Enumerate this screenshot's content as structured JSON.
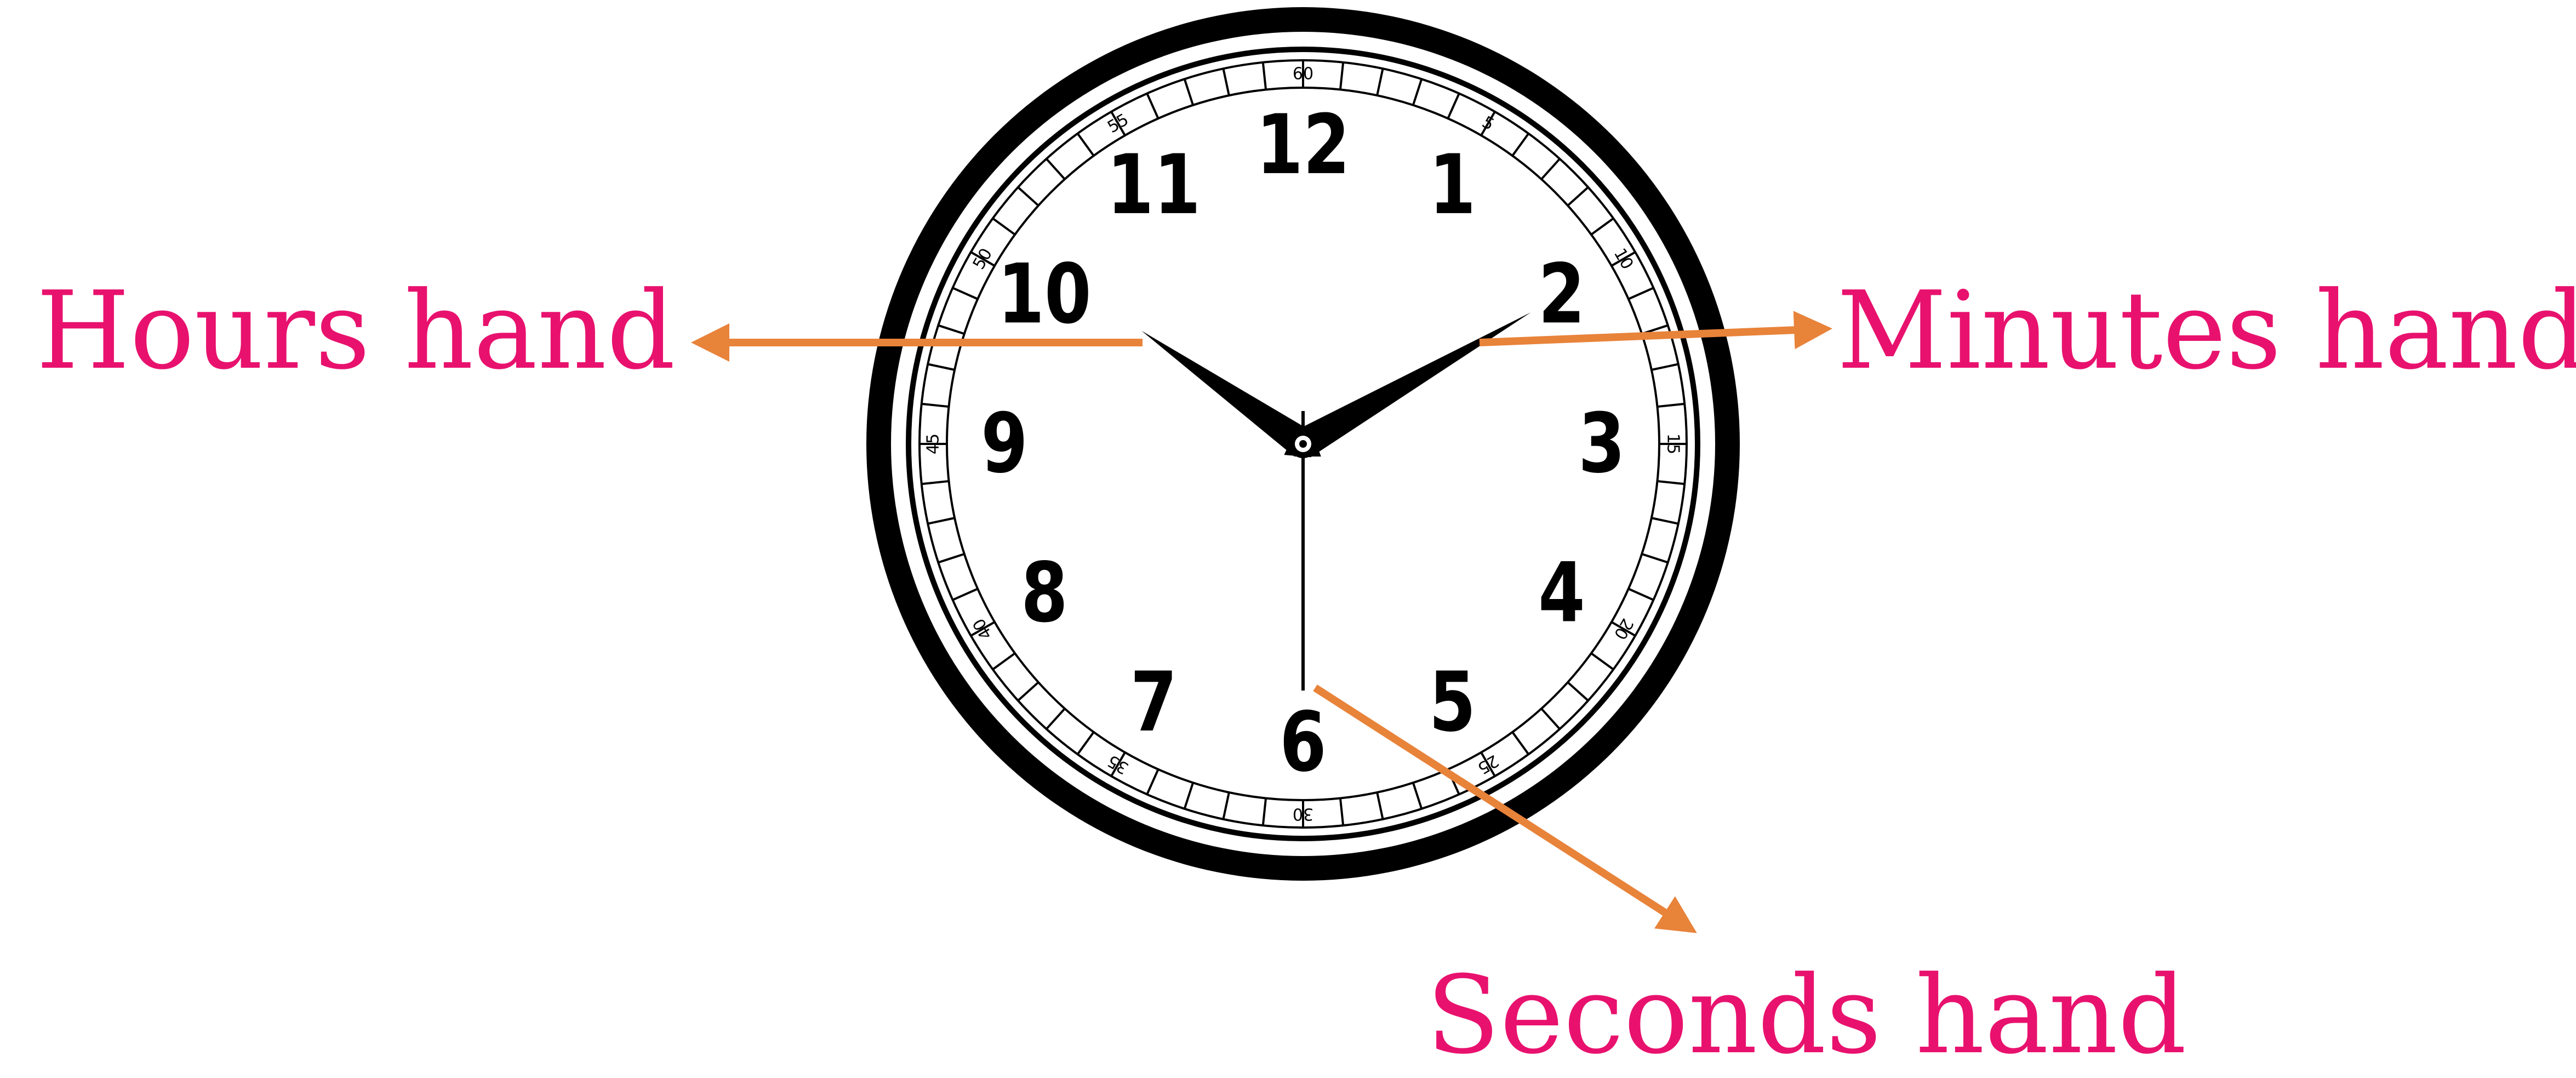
{
  "labels": {
    "hours_hand": "Hours hand",
    "minutes_hand": "Minutes hand",
    "seconds_hand": "Seconds hand"
  },
  "clock": {
    "hour_numerals": [
      "12",
      "1",
      "2",
      "3",
      "4",
      "5",
      "6",
      "7",
      "8",
      "9",
      "10",
      "11"
    ],
    "minute_markers": [
      "60",
      "5",
      "10",
      "15",
      "20",
      "25",
      "30",
      "35",
      "40",
      "45",
      "50",
      "55"
    ],
    "time_shown": {
      "hours": 10,
      "minutes": 10,
      "seconds": 30
    }
  },
  "colors": {
    "label_text": "#e8126e",
    "arrow": "#e8833a",
    "clock_ink": "#000000",
    "dial": "#ffffff"
  }
}
